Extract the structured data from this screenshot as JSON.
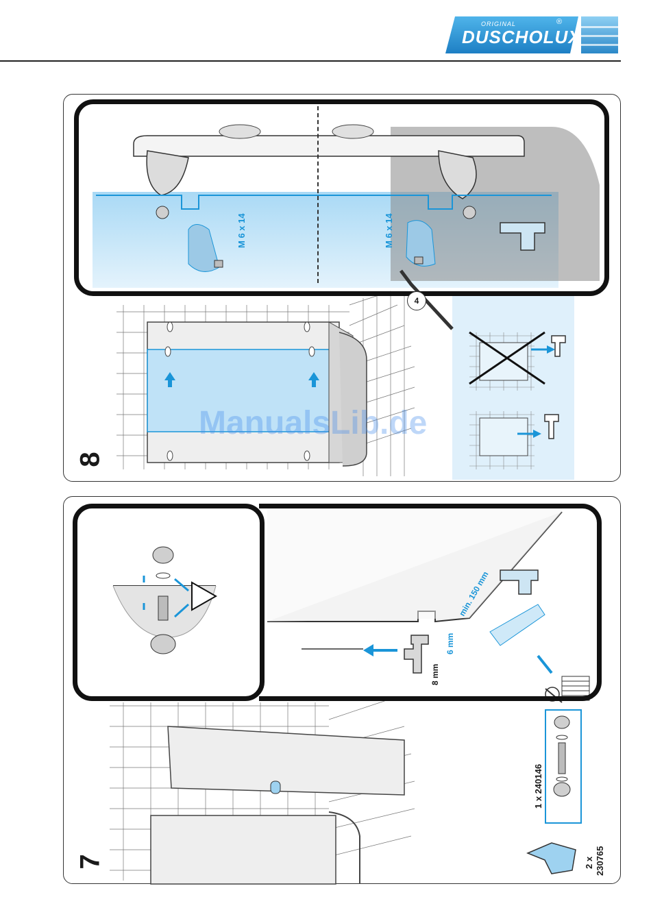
{
  "logo": {
    "brand": "DUSCHOLUX",
    "tag": "ORIGINAL",
    "registered": "®"
  },
  "step8": {
    "number": "8",
    "screw_left": "M 6 x 14",
    "screw_right": "M 6 x 14",
    "hex_key": "4"
  },
  "step7": {
    "number": "7",
    "min_distance": "min. 150 mm",
    "gap_6": "6 mm",
    "gap_8": "8 mm",
    "part_set": "1 x 240146",
    "part_bracket_qty": "2 x",
    "part_bracket_no": "230765"
  },
  "watermark": "ManualsLib.de",
  "colors": {
    "accent": "#1a95d8",
    "glass": "#bfe2f7",
    "panel_border": "#333333"
  }
}
